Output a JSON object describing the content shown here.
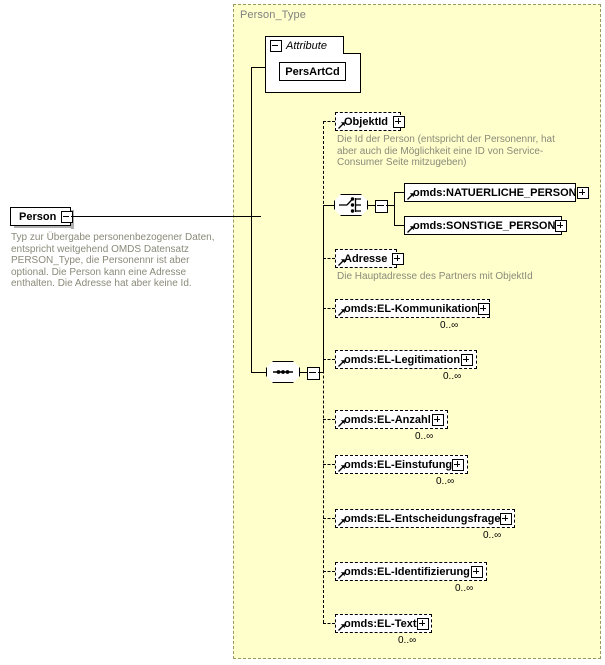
{
  "diagram": {
    "title": "Person_Type",
    "type": "xsd-schema-tree",
    "colors": {
      "container_bg": "#ffffcc",
      "container_border": "#999966",
      "doc_text": "#8a8a7a",
      "node_bg": "#ffffff",
      "line": "#000000",
      "shadow": "#b0b0b0"
    }
  },
  "root": {
    "label": "Person",
    "control": "minus",
    "border": "solid",
    "documentation": "Typ zur Übergabe personenbezogener Daten, entspricht weitgehend OMDS Datensatz PERSON_Type, die Personennr ist aber optional. Die Person kann eine Adresse enthalten. Die Adresse hat aber keine Id."
  },
  "attribute_group": {
    "label": "Attribute",
    "control": "minus",
    "attributes": [
      {
        "label": "PersArtCd",
        "border": "solid"
      }
    ]
  },
  "compositors": {
    "choice": {
      "symbol": "choice-icon",
      "control": "minus"
    },
    "sequence": {
      "symbol": "sequence-icon",
      "control": "minus"
    }
  },
  "elements": [
    {
      "label": "ObjektId",
      "control": "plus",
      "border": "dashed",
      "cardinality": "",
      "documentation": "Die Id der Person (entspricht der Personennr, hat aber auch die Möglichkeit eine ID von Service-Consumer Seite mitzugeben)"
    },
    {
      "label": "omds:NATUERLICHE_PERSON",
      "control": "plus",
      "border": "solid",
      "cardinality": "",
      "documentation": ""
    },
    {
      "label": "omds:SONSTIGE_PERSON",
      "control": "plus",
      "border": "solid",
      "cardinality": "",
      "documentation": ""
    },
    {
      "label": "Adresse",
      "control": "plus",
      "border": "dashed",
      "cardinality": "",
      "documentation": "Die Hauptadresse des Partners mit ObjektId"
    },
    {
      "label": "omds:EL-Kommunikation",
      "control": "plus",
      "border": "dashed",
      "cardinality": "0..∞",
      "documentation": ""
    },
    {
      "label": "omds:EL-Legitimation",
      "control": "plus",
      "border": "dashed",
      "cardinality": "0..∞",
      "documentation": ""
    },
    {
      "label": "omds:EL-Anzahl",
      "control": "plus",
      "border": "dashed",
      "cardinality": "0..∞",
      "documentation": ""
    },
    {
      "label": "omds:EL-Einstufung",
      "control": "plus",
      "border": "dashed",
      "cardinality": "0..∞",
      "documentation": ""
    },
    {
      "label": "omds:EL-Entscheidungsfrage",
      "control": "plus",
      "border": "dashed",
      "cardinality": "0..∞",
      "documentation": ""
    },
    {
      "label": "omds:EL-Identifizierung",
      "control": "plus",
      "border": "dashed",
      "cardinality": "0..∞",
      "documentation": ""
    },
    {
      "label": "omds:EL-Text",
      "control": "plus",
      "border": "dashed",
      "cardinality": "0..∞",
      "documentation": ""
    }
  ]
}
